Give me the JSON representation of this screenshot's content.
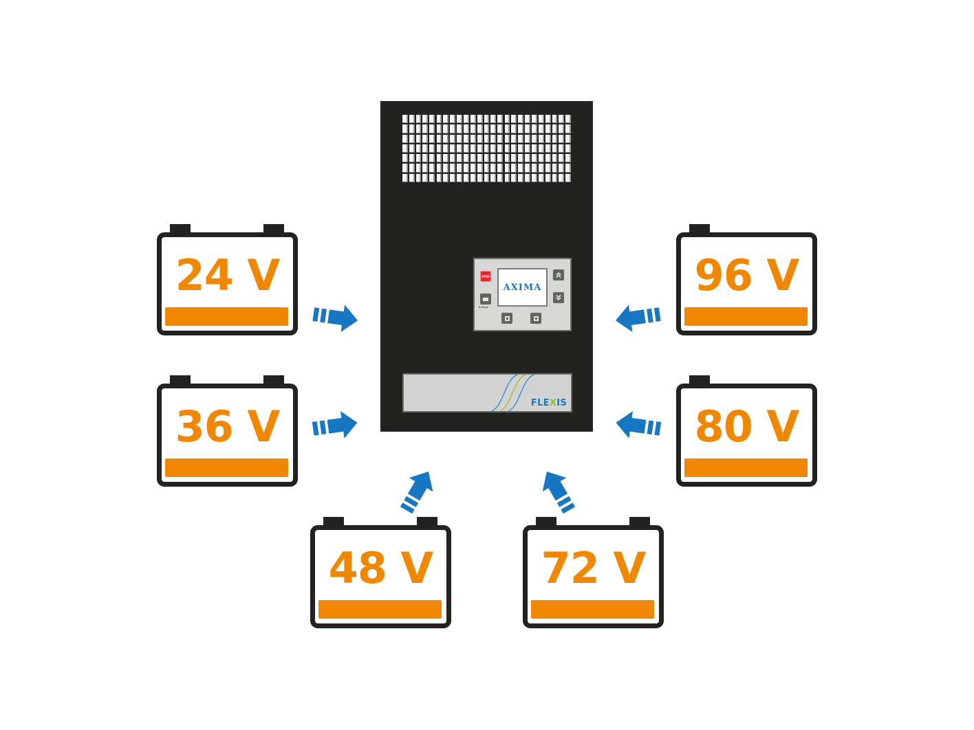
{
  "colors": {
    "cabinet": "#222221",
    "battery_outline": "#222221",
    "battery_accent": "#ef8700",
    "arrow": "#1877c3",
    "panel": "#d7d8d6",
    "brand_blue": "#1877c3",
    "brand_green": "#9dbb2b",
    "stop_red": "#e8242f"
  },
  "charger": {
    "screen_logo": "AXIMA",
    "stop_label": "STOP",
    "usb_icon": "usb-icon",
    "up_icon": "double-chevron-up-icon",
    "down_icon": "double-chevron-down-icon",
    "brand_prefix": "FLE",
    "brand_x": "X",
    "brand_suffix": "IS",
    "up_glyph": "︽",
    "down_glyph": "︾",
    "usb_glyph": "⭠⟴"
  },
  "batteries": [
    {
      "id": "24v",
      "label": "24 V",
      "side": "left-top"
    },
    {
      "id": "36v",
      "label": "36 V",
      "side": "left-bottom"
    },
    {
      "id": "48v",
      "label": "48 V",
      "side": "bottom-left"
    },
    {
      "id": "72v",
      "label": "72 V",
      "side": "bottom-right"
    },
    {
      "id": "80v",
      "label": "80 V",
      "side": "right-bottom"
    },
    {
      "id": "96v",
      "label": "96 V",
      "side": "right-top"
    }
  ]
}
